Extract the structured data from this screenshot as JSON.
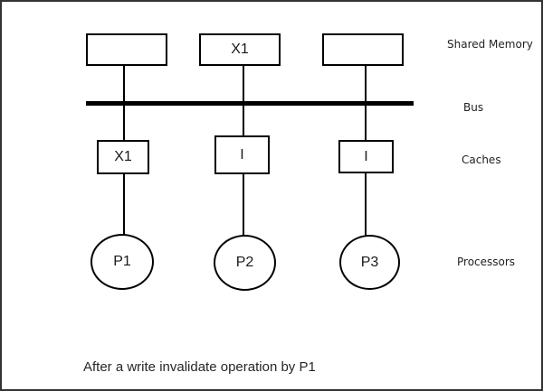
{
  "diagram": {
    "memory_blocks": [
      {
        "label": ""
      },
      {
        "label": "X1"
      },
      {
        "label": ""
      }
    ],
    "cache_blocks": [
      {
        "label": "X1"
      },
      {
        "label": "I"
      },
      {
        "label": "I"
      }
    ],
    "processors": [
      {
        "label": "P1"
      },
      {
        "label": "P2"
      },
      {
        "label": "P3"
      }
    ],
    "row_labels": {
      "memory": "Shared Memory",
      "bus": "Bus",
      "caches": "Caches",
      "processors": "Processors"
    },
    "caption": "After a write invalidate operation by P1"
  },
  "colors": {
    "line": "#000000",
    "background": "#ffffff",
    "frame_border": "#333333",
    "text": "#1f1f1f"
  }
}
